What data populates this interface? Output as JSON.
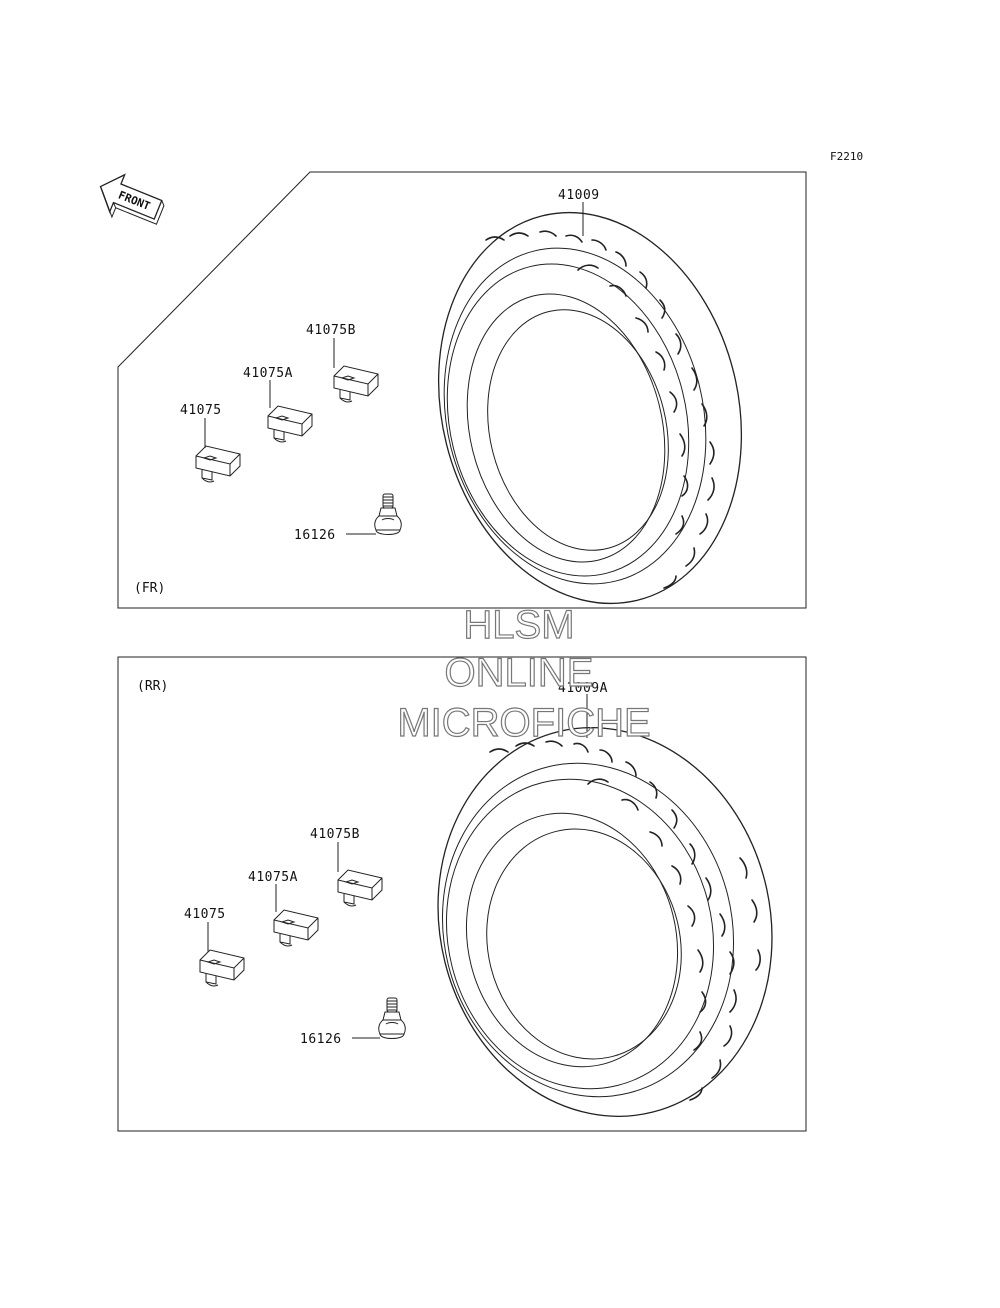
{
  "figure_code": "F2210",
  "front_label": "FRONT",
  "panels": {
    "front": {
      "tag": "(FR)",
      "tire": "41009",
      "weight_b": "41075B",
      "weight_a": "41075A",
      "weight": "41075",
      "valve": "16126"
    },
    "rear": {
      "tag": "(RR)",
      "tire": "41009A",
      "weight_b": "41075B",
      "weight_a": "41075A",
      "weight": "41075",
      "valve": "16126"
    }
  },
  "watermark": {
    "line1": "HLSM",
    "line2": "ONLINE",
    "line3": "MICROFICHE"
  }
}
